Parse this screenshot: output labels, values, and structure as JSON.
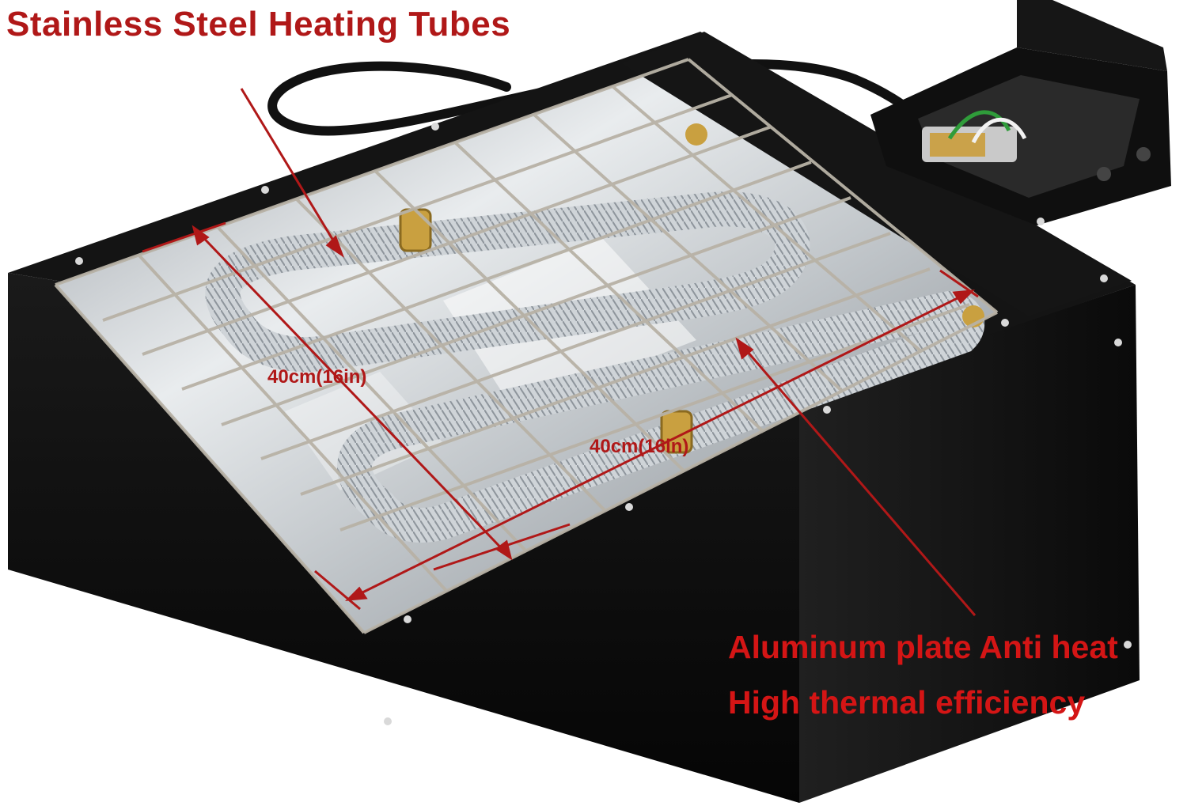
{
  "labels": {
    "title": "Stainless Steel Heating Tubes",
    "dimension_width": "40cm(16in)",
    "dimension_depth": "40cm(16in)",
    "feature_line_1": "Aluminum plate Anti heat",
    "feature_line_2": "High thermal efficiency"
  },
  "colors": {
    "annotation_red": "#b01818",
    "feature_red": "#d41515",
    "housing_black": "#0d0d0d",
    "tray_silver": "#d9dde0",
    "grill_wire": "#b8b2a6",
    "tube_coil": "#e6e9ec",
    "brass_clamp": "#c9a040"
  },
  "objects": {
    "product": "infrared heater tray",
    "icons": [
      "power-cord",
      "terminal-box",
      "heating-tube",
      "wire-grill",
      "brass-clamp",
      "mounting-screw"
    ]
  }
}
